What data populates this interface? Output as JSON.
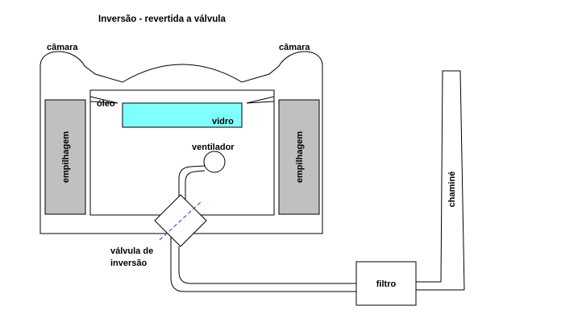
{
  "title": "Inversão - revertida a válvula",
  "labels": {
    "camara_left": "câmara",
    "camara_right": "câmara",
    "oleo": "óleo",
    "vidro": "vidro",
    "ventilador": "ventilador",
    "empilhagem_left": "empilhagem",
    "empilhagem_right": "empilhagem",
    "valvula_line1": "válvula de",
    "valvula_line2": "inversão",
    "filtro": "filtro",
    "chamine": "chaminé"
  },
  "colors": {
    "glass_fill": "#80ffff",
    "checker_fill": "#c0c0c0",
    "line": "#000000"
  }
}
